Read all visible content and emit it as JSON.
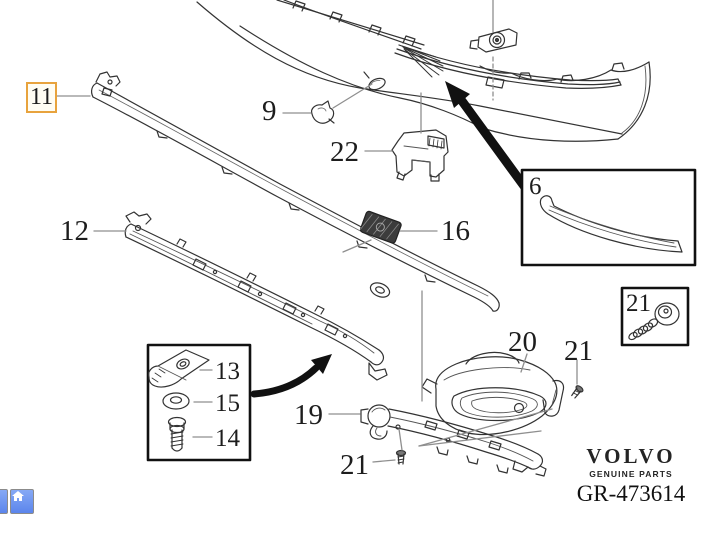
{
  "diagram": {
    "part_code": "GR-473614",
    "brand": {
      "name": "VOLVO",
      "tagline": "GENUINE PARTS"
    },
    "callouts": {
      "c11": {
        "label": "11",
        "highlighted": true
      },
      "c9": {
        "label": "9"
      },
      "c22": {
        "label": "22"
      },
      "c12": {
        "label": "12"
      },
      "c16": {
        "label": "16"
      },
      "c6": {
        "label": "6"
      },
      "c21_box": {
        "label": "21"
      },
      "c13": {
        "label": "13"
      },
      "c15": {
        "label": "15"
      },
      "c14": {
        "label": "14"
      },
      "c19": {
        "label": "19"
      },
      "c20": {
        "label": "20"
      },
      "c21_fog": {
        "label": "21"
      },
      "c21_bracket": {
        "label": "21"
      }
    },
    "colors": {
      "highlight_box": "#E8A33D",
      "line_art": "#333333",
      "leader_line": "#8f8f8f",
      "nav_button_blue": "#5b85ec"
    }
  },
  "nav": {
    "buttons": [
      {
        "icon": "home",
        "partial": true
      },
      {
        "icon": "home",
        "partial": false
      }
    ]
  }
}
